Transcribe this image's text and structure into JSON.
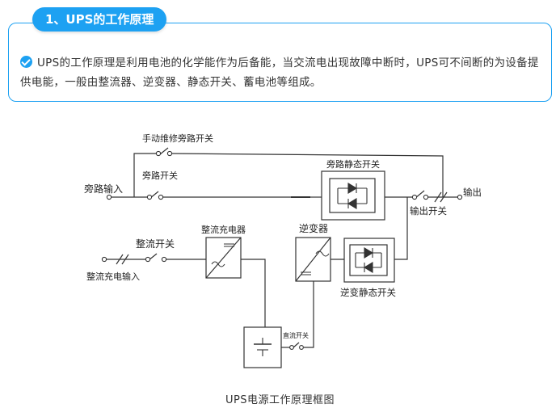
{
  "header": {
    "title": "1、UPS的工作原理"
  },
  "intro": {
    "icon": "check-circle-icon",
    "text": "UPS的工作原理是利用电池的化学能作为后备能，当交流电出现故障中断时，UPS可不间断的为设备提供电能，一般由整流器、逆变器、静态开关、蓄电池等组成。"
  },
  "diagram": {
    "labels": {
      "manual_bypass": "手动维修旁路开关",
      "bypass_switch": "旁路开关",
      "bypass_input": "旁路输入",
      "bypass_static": "旁路静态开关",
      "output": "输出",
      "output_switch": "输出开关",
      "rectifier_switch": "整流开关",
      "rectifier_input": "整流充电输入",
      "rectifier_charger": "整流充电器",
      "inverter": "逆变器",
      "inverter_static": "逆变静态开关",
      "dc_switch": "直流开关"
    }
  },
  "caption": "UPS电源工作原理框图",
  "colors": {
    "accent": "#1da1f2"
  }
}
